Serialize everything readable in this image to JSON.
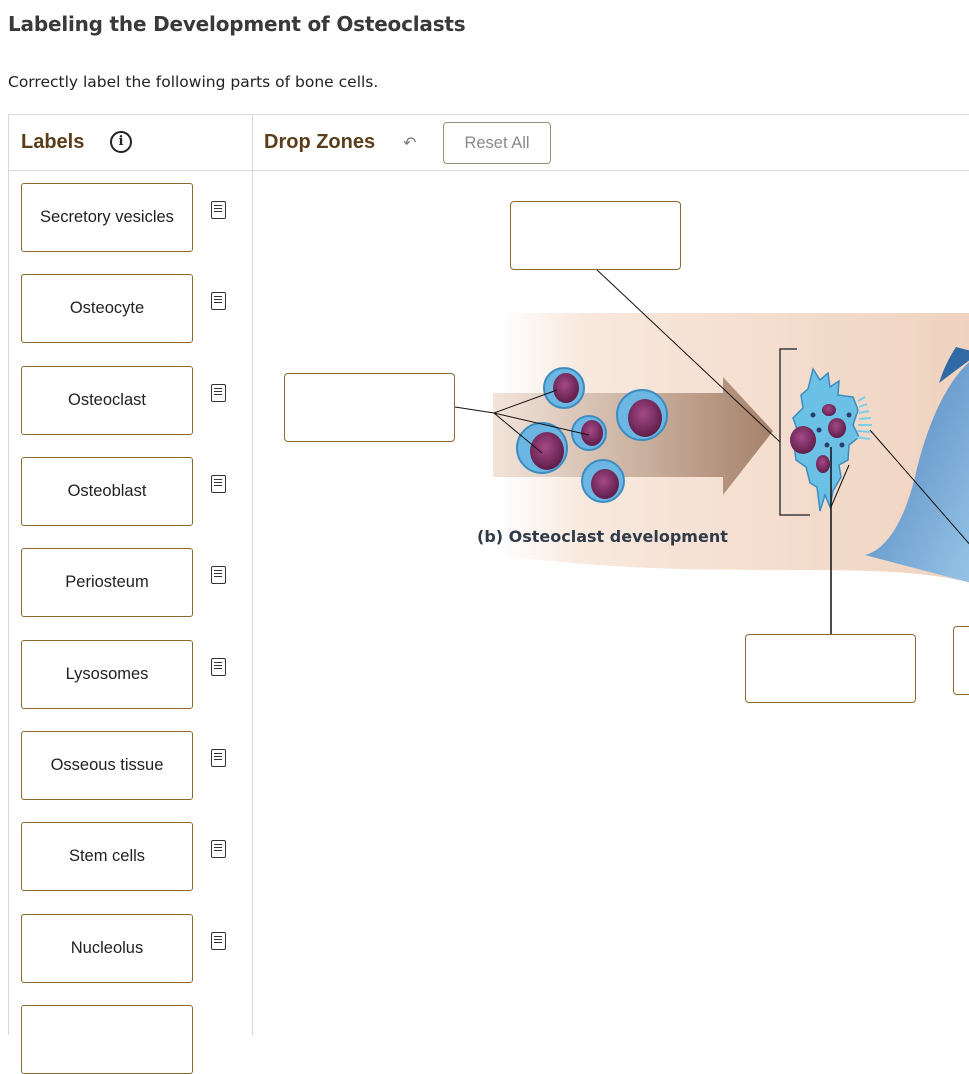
{
  "page": {
    "title": "Labeling the Development of Osteoclasts",
    "instruction": "Correctly label the following parts of bone cells."
  },
  "labels_panel": {
    "title": "Labels",
    "info_icon": "info-icon",
    "items": [
      {
        "label": "Secretory vesicles",
        "icon": "note-icon"
      },
      {
        "label": "Osteocyte",
        "icon": "note-icon"
      },
      {
        "label": "Osteoclast",
        "icon": "note-icon"
      },
      {
        "label": "Osteoblast",
        "icon": "note-icon"
      },
      {
        "label": "Periosteum",
        "icon": "note-icon"
      },
      {
        "label": "Lysosomes",
        "icon": "note-icon"
      },
      {
        "label": "Osseous tissue",
        "icon": "note-icon"
      },
      {
        "label": "Stem cells",
        "icon": "note-icon"
      },
      {
        "label": "Nucleolus",
        "icon": "note-icon"
      }
    ]
  },
  "drop_panel": {
    "title": "Drop Zones",
    "undo_icon": "undo-icon",
    "reset_label": "Reset All",
    "figure_caption": "(b) Osteoclast development"
  },
  "colors": {
    "heading_brown": "#5a3d1a",
    "card_border": "#8b6a2f",
    "cell_blue": "#5aa7d6",
    "nucleus_purple": "#7a2d62",
    "arrow_tan": "#b08b73"
  }
}
